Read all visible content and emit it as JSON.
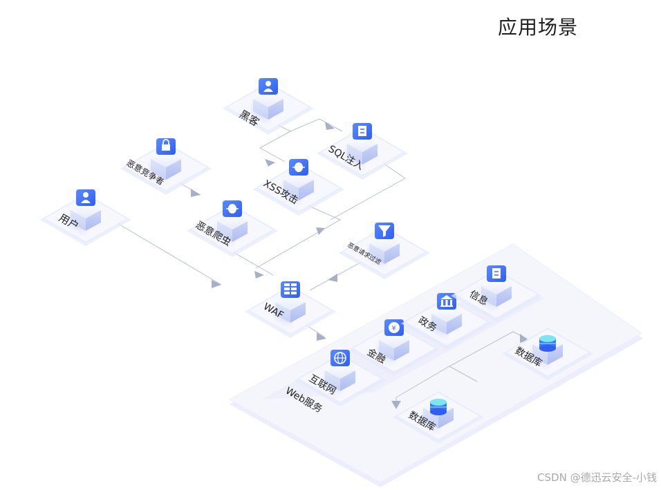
{
  "title": "应用场景",
  "nodes": {
    "hacker": "黑客",
    "sql_injection": "SQL注入",
    "xss_attack": "XSS攻击",
    "malicious_competitor": "恶意竞争者",
    "malicious_crawler": "恶意爬虫",
    "user": "用户",
    "malicious_request_filter": "恶意请求过滤",
    "waf": "WAF",
    "internet": "互联网",
    "finance": "金融",
    "government": "政务",
    "information": "信息",
    "database_1": "数据库",
    "database_2": "数据库"
  },
  "platform_label": "Web服务",
  "watermark": "CSDN @德迅云安全-小钱",
  "colors": {
    "icon_blue": "#3e6ff5",
    "tile": "#eef0fb",
    "line": "#b9bed0",
    "platform": "#f4f5fb"
  }
}
